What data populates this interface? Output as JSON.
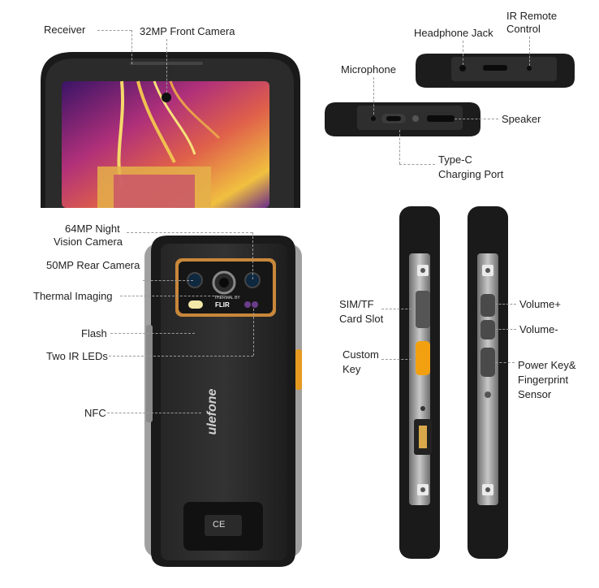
{
  "labels": {
    "receiver": "Receiver",
    "front_camera": "32MP Front Camera",
    "headphone_jack": "Headphone Jack",
    "ir_remote_line1": "IR Remote",
    "ir_remote_line2": "Control",
    "microphone": "Microphone",
    "speaker": "Speaker",
    "typec_line1": "Type-C",
    "typec_line2": "Charging Port",
    "night_cam_line1": "64MP Night",
    "night_cam_line2": "Vision Camera",
    "rear_camera": "50MP Rear Camera",
    "thermal": "Thermal Imaging",
    "flash": "Flash",
    "ir_leds": "Two IR LEDs",
    "nfc": "NFC",
    "sim_line1": "SIM/TF",
    "sim_line2": "Card Slot",
    "custom_line1": "Custom",
    "custom_line2": "Key",
    "vol_up": "Volume+",
    "vol_down": "Volume-",
    "power_line1": "Power Key&",
    "power_line2": "Fingerprint",
    "power_line3": "Sensor"
  },
  "device": {
    "brand": "ulefone",
    "thermal_badge": "FLIR",
    "thermal_badge_small": "THERMAL BY",
    "cert_mark": "CE"
  },
  "colors": {
    "body": "#1c1c1c",
    "frame": "#8a8a8a",
    "accent": "#f0a020",
    "thermal_hot": "#f4d24a",
    "thermal_mid": "#d0408a",
    "thermal_cold": "#3a1a6a"
  }
}
